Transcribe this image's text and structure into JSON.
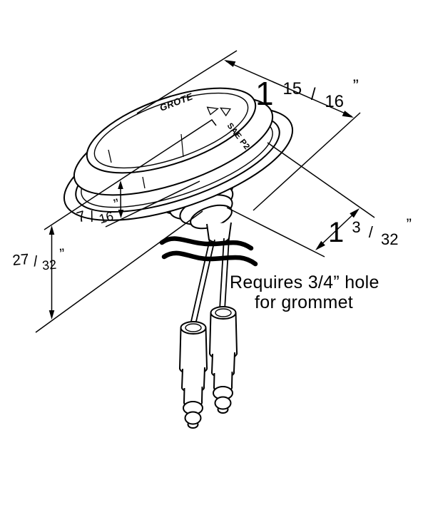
{
  "diagram": {
    "lens_markings": {
      "brand": "GROTE",
      "certification": "SAE P2"
    },
    "dimensions": {
      "length": {
        "whole": "1",
        "num": "15",
        "sep": "/",
        "den": "16",
        "unit": "”"
      },
      "width": {
        "whole": "1",
        "num": "3",
        "sep": "/",
        "den": "32",
        "unit": "”"
      },
      "lens_height": {
        "num": "7",
        "sep": "/",
        "den": "16",
        "unit": "”"
      },
      "mount_depth": {
        "num": "27",
        "sep": "/",
        "den": "32",
        "unit": "”"
      }
    },
    "note": {
      "line1": "Requires 3/4” hole",
      "line2": "for grommet"
    },
    "colors": {
      "ink": "#000000",
      "paper": "#ffffff"
    }
  }
}
